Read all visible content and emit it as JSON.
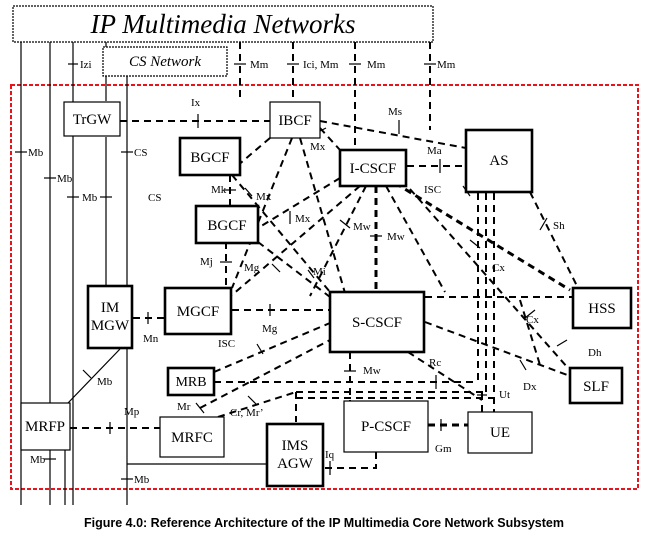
{
  "header": {
    "ip_networks": "IP Multimedia Networks",
    "cs_network": "CS Network"
  },
  "nodes": {
    "trgw": "TrGW",
    "ibcf": "IBCF",
    "bgcf_top": "BGCF",
    "bgcf_bottom": "BGCF",
    "icscf": "I-CSCF",
    "as": "AS",
    "hss": "HSS",
    "slf": "SLF",
    "scscf": "S-CSCF",
    "mgcf": "MGCF",
    "im_mgw_line1": "IM",
    "im_mgw_line2": "MGW",
    "mrb": "MRB",
    "mrfp": "MRFP",
    "mrfc": "MRFC",
    "ims_agw_line1": "IMS",
    "ims_agw_line2": "AGW",
    "pcscf": "P-CSCF",
    "ue": "UE"
  },
  "reference_points": {
    "izi": "Izi",
    "mm1": "Mm",
    "ici_mm": "Ici, Mm",
    "mm2": "Mm",
    "mm3": "Mm",
    "ix": "Ix",
    "ms": "Ms",
    "mb1": "Mb",
    "cs1": "CS",
    "mb2": "Mb",
    "mb3": "Mb",
    "mx1": "Mx",
    "ma": "Ma",
    "mk": "Mk",
    "cs2": "CS",
    "mx2": "Mx",
    "isc1": "ISC",
    "sh": "Sh",
    "mx3": "Mx",
    "mw1": "Mw",
    "mw2": "Mw",
    "cx1": "Cx",
    "mj": "Mj",
    "mg1": "Mg",
    "mi": "Mi",
    "cx2": "Cx",
    "mn": "Mn",
    "mg2": "Mg",
    "dh": "Dh",
    "isc2": "ISC",
    "rc": "Rc",
    "dx": "Dx",
    "mb4": "Mb",
    "mw3": "Mw",
    "ut": "Ut",
    "mp": "Mp",
    "mr": "Mr",
    "cr_mr": "Cr, Mr’",
    "gm": "Gm",
    "mb5": "Mb",
    "iq": "Iq",
    "mb6": "Mb"
  },
  "caption": "Figure 4.0: Reference Architecture of the IP Multimedia Core Network Subsystem"
}
